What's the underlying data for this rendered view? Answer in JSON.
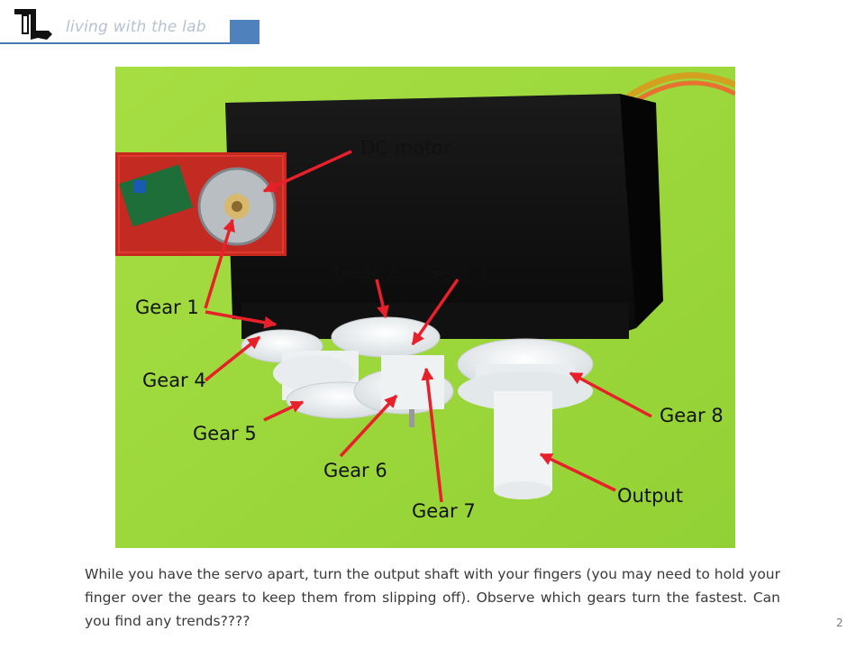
{
  "header": {
    "brand": "living with the lab"
  },
  "photo": {
    "labels": {
      "dc_motor": "DC motor",
      "gear1": "Gear 1",
      "gear2": "Gear 2",
      "gear3": "Gear 3",
      "gear4": "Gear 4",
      "gear5": "Gear 5",
      "gear6": "Gear 6",
      "gear7": "Gear 7",
      "gear8": "Gear 8",
      "output": "Output"
    }
  },
  "caption": "While you have the servo apart, turn the output shaft with your fingers (you may need to hold your finger over the gears to keep them from slipping off). Observe which gears turn the fastest. Can you find any trends????",
  "page_number": "2",
  "colors": {
    "accent": "#4f81bd",
    "brand_text": "#b6c2d2",
    "background_green": "#9fdc3a",
    "arrow_red": "#e8202a"
  }
}
